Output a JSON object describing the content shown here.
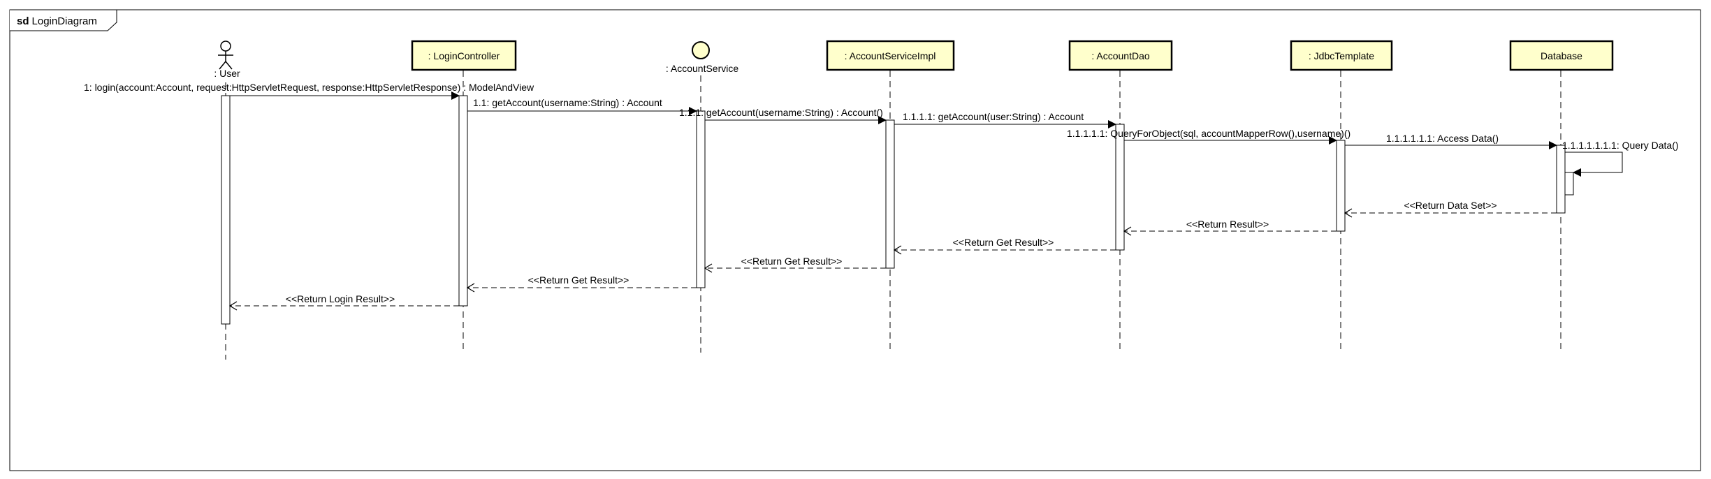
{
  "frame": {
    "keyword": "sd",
    "name": "LoginDiagram"
  },
  "participants": [
    {
      "id": "user",
      "label": ": User",
      "kind": "actor"
    },
    {
      "id": "loginController",
      "label": ": LoginController",
      "kind": "class"
    },
    {
      "id": "accountService",
      "label": ": AccountService",
      "kind": "interface"
    },
    {
      "id": "accountServiceImpl",
      "label": ": AccountServiceImpl",
      "kind": "class"
    },
    {
      "id": "accountDao",
      "label": ": AccountDao",
      "kind": "class"
    },
    {
      "id": "jdbcTemplate",
      "label": ": JdbcTemplate",
      "kind": "class"
    },
    {
      "id": "database",
      "label": "Database",
      "kind": "class"
    }
  ],
  "messages": [
    {
      "id": "m1",
      "text": "1: login(account:Account, request:HttpServletRequest, response:HttpServletResponse) : ModelAndView",
      "from": "user",
      "to": "loginController",
      "kind": "call"
    },
    {
      "id": "m2",
      "text": "1.1: getAccount(username:String) : Account",
      "from": "loginController",
      "to": "accountService",
      "kind": "call"
    },
    {
      "id": "m3",
      "text": "1.1.1: getAccount(username:String) : Account()",
      "from": "accountService",
      "to": "accountServiceImpl",
      "kind": "call"
    },
    {
      "id": "m4",
      "text": "1.1.1.1: getAccount(user:String) : Account",
      "from": "accountServiceImpl",
      "to": "accountDao",
      "kind": "call"
    },
    {
      "id": "m5",
      "text": "1.1.1.1.1: QueryForObject(sql, accountMapperRow(),username)()",
      "from": "accountDao",
      "to": "jdbcTemplate",
      "kind": "call"
    },
    {
      "id": "m6",
      "text": "1.1.1.1.1.1: Access Data()",
      "from": "jdbcTemplate",
      "to": "database",
      "kind": "call"
    },
    {
      "id": "m7",
      "text": "1.1.1.1.1.1.1: Query Data()",
      "from": "database",
      "to": "database",
      "kind": "self"
    },
    {
      "id": "r1",
      "text": "<<Return Data Set>>",
      "from": "database",
      "to": "jdbcTemplate",
      "kind": "return"
    },
    {
      "id": "r2",
      "text": "<<Return Result>>",
      "from": "jdbcTemplate",
      "to": "accountDao",
      "kind": "return"
    },
    {
      "id": "r3",
      "text": "<<Return Get Result>>",
      "from": "accountDao",
      "to": "accountServiceImpl",
      "kind": "return"
    },
    {
      "id": "r4",
      "text": "<<Return Get Result>>",
      "from": "accountServiceImpl",
      "to": "accountService",
      "kind": "return"
    },
    {
      "id": "r5",
      "text": "<<Return Get Result>>",
      "from": "accountService",
      "to": "loginController",
      "kind": "return"
    },
    {
      "id": "r6",
      "text": "<<Return Login Result>>",
      "from": "loginController",
      "to": "user",
      "kind": "return"
    }
  ],
  "colors": {
    "participant_fill": "#ffffcc",
    "line": "#000000",
    "background": "#ffffff"
  }
}
